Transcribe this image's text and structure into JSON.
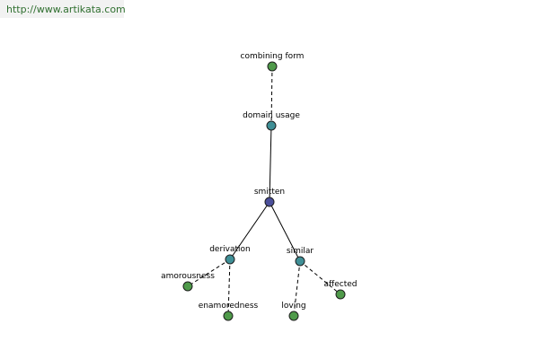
{
  "site_url": "http://www.artikata.com",
  "colors": {
    "root": "#4b4f9a",
    "intermediate": "#3f8f96",
    "leaf": "#4f9a4a",
    "edge": "#000000",
    "node_stroke": "#1e1e1e"
  },
  "graph": {
    "nodes": [
      {
        "id": "combining-form",
        "label": "combining form",
        "kind": "leaf"
      },
      {
        "id": "domain-usage",
        "label": "domain usage",
        "kind": "intermediate"
      },
      {
        "id": "smitten",
        "label": "smitten",
        "kind": "root"
      },
      {
        "id": "derivation",
        "label": "derivation",
        "kind": "intermediate"
      },
      {
        "id": "similar",
        "label": "similar",
        "kind": "intermediate"
      },
      {
        "id": "amorousness",
        "label": "amorousness",
        "kind": "leaf"
      },
      {
        "id": "enamoredness",
        "label": "enamoredness",
        "kind": "leaf"
      },
      {
        "id": "loving",
        "label": "loving",
        "kind": "leaf"
      },
      {
        "id": "affected",
        "label": "affected",
        "kind": "leaf"
      }
    ],
    "edges": [
      {
        "from": "combining-form",
        "to": "domain-usage",
        "style": "dashed"
      },
      {
        "from": "domain-usage",
        "to": "smitten",
        "style": "solid"
      },
      {
        "from": "smitten",
        "to": "derivation",
        "style": "solid"
      },
      {
        "from": "smitten",
        "to": "similar",
        "style": "solid"
      },
      {
        "from": "derivation",
        "to": "amorousness",
        "style": "dashed"
      },
      {
        "from": "derivation",
        "to": "enamoredness",
        "style": "dashed"
      },
      {
        "from": "similar",
        "to": "loving",
        "style": "dashed"
      },
      {
        "from": "similar",
        "to": "affected",
        "style": "dashed"
      }
    ]
  }
}
